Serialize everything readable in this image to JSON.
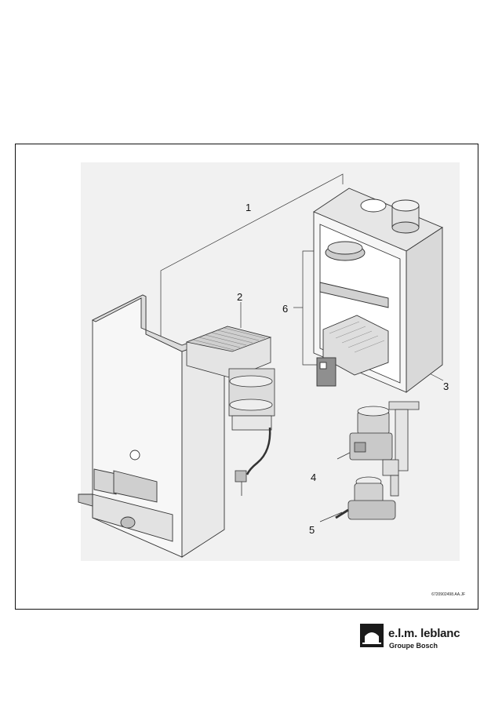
{
  "figure": {
    "callouts": [
      "1",
      "2",
      "3",
      "4",
      "5",
      "6"
    ],
    "reference_code": "6720902498.AA.JF"
  },
  "brand": {
    "name": "e.l.m. leblanc",
    "subtitle": "Groupe Bosch"
  }
}
